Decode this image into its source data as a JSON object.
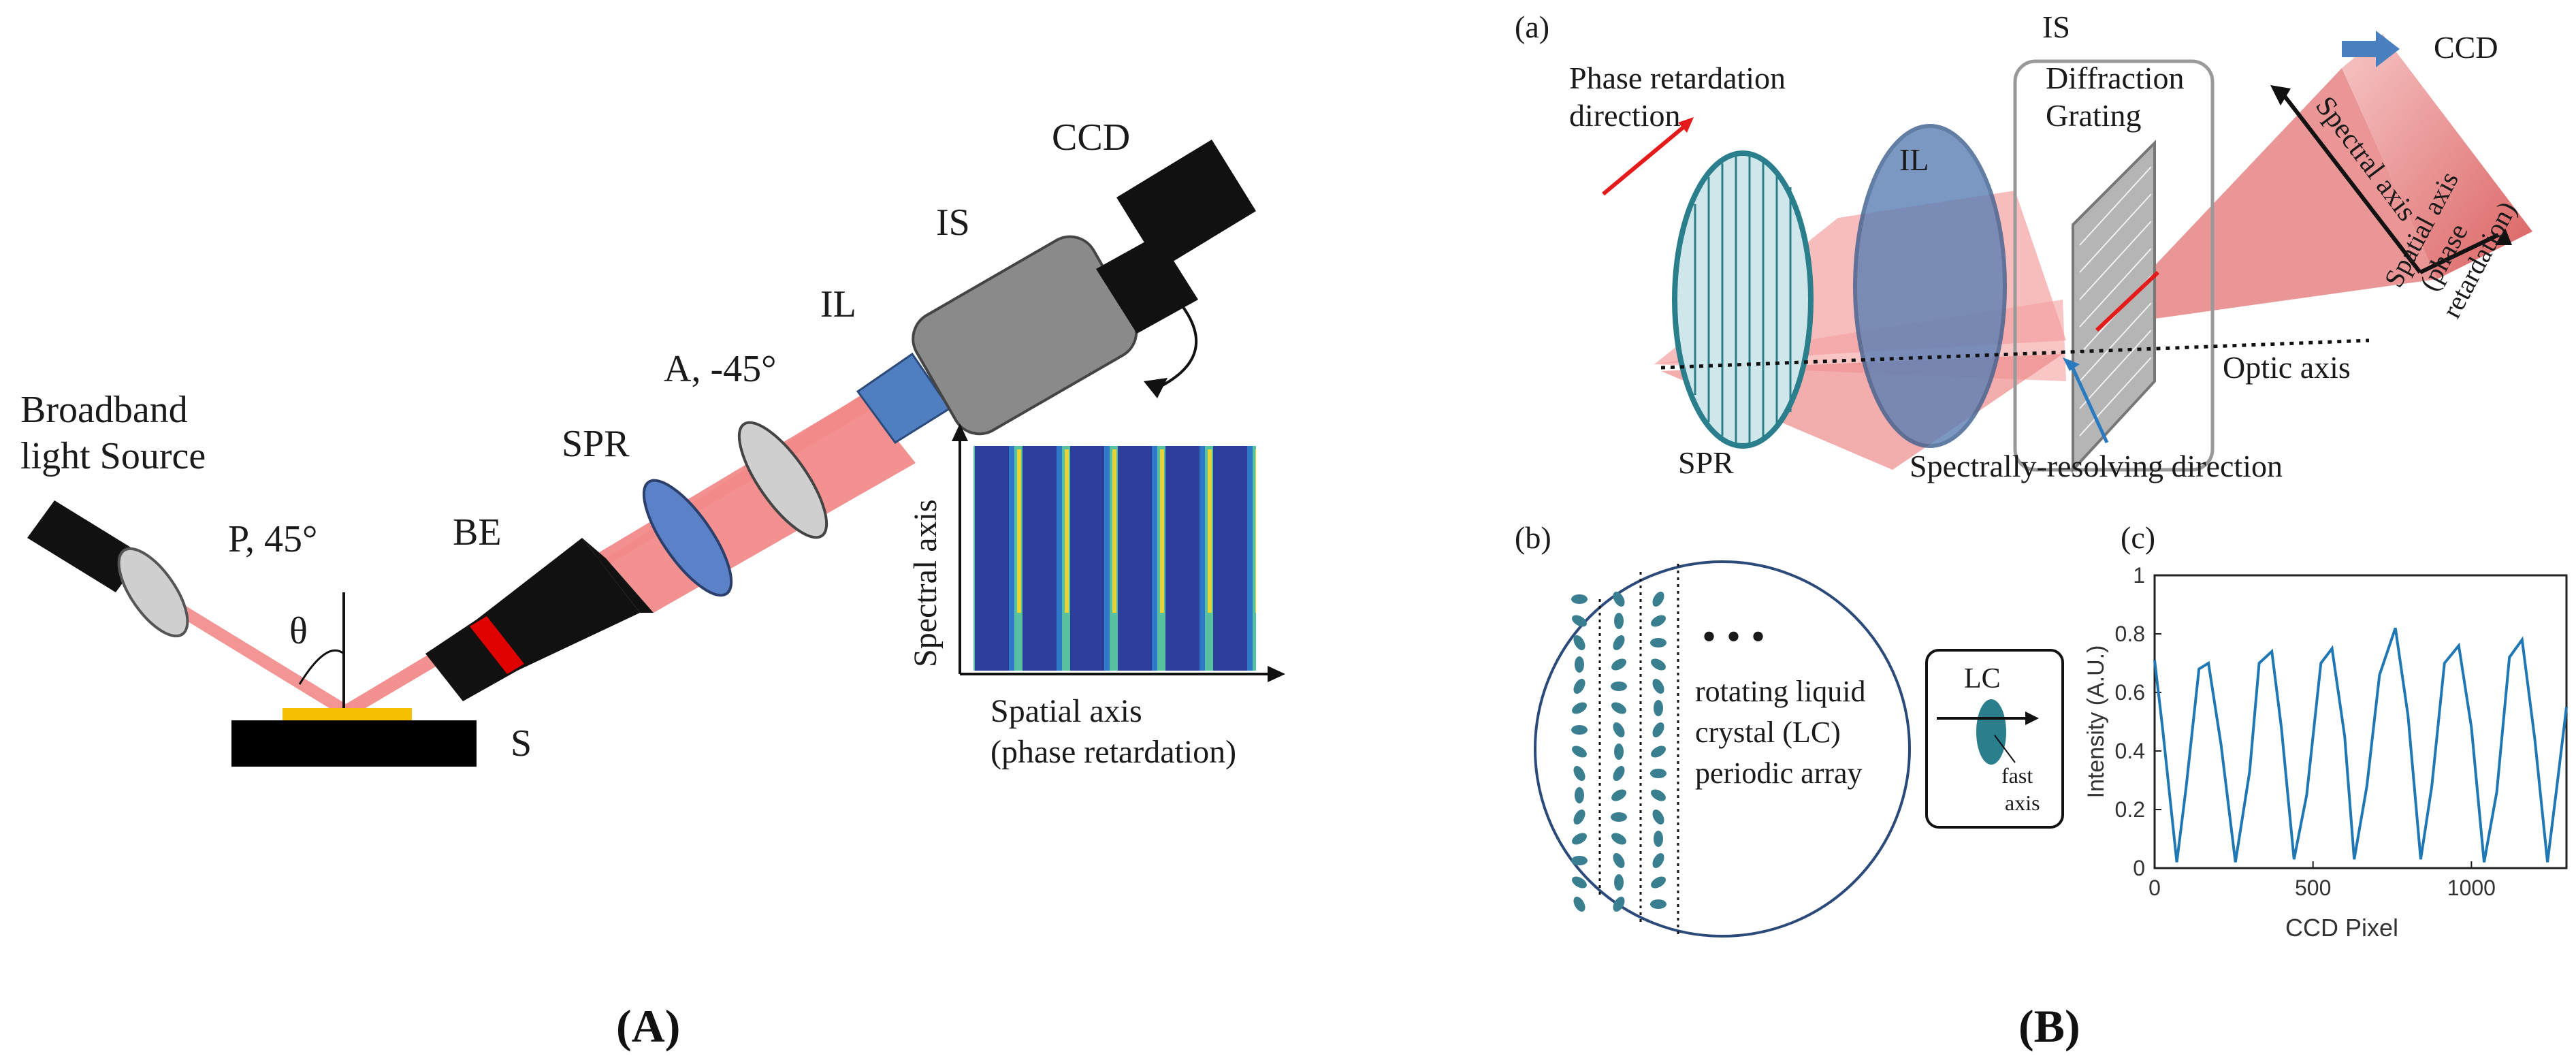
{
  "panel_A": {
    "label": "A",
    "source": "Broadband\nlight Source",
    "polarizer": "P, 45°",
    "theta": "θ",
    "be": "BE",
    "spr": "SPR",
    "analyzer": "A, -45°",
    "il": "IL",
    "is": "IS",
    "ccd": "CCD",
    "sample": "S",
    "inset_yaxis": "Spectral axis",
    "inset_xaxis_1": "Spatial axis",
    "inset_xaxis_2": "(phase retardation)"
  },
  "panel_B": {
    "label": "B",
    "sub_a": "(a)",
    "sub_b": "(b)",
    "sub_c": "(c)",
    "phase_dir_1": "Phase retardation",
    "phase_dir_2": "direction",
    "il": "IL",
    "is": "IS",
    "grating_1": "Diffraction",
    "grating_2": "Grating",
    "ccd": "CCD",
    "spectral_axis": "Spectral axis",
    "spatial_axis_1": "Spatial axis",
    "spatial_axis_2": "(phase",
    "spatial_axis_3": "retardation)",
    "optic_axis": "Optic axis",
    "spr": "SPR",
    "spectral_dir": "Spectrally-resolving direction",
    "lc_text_1": "rotating liquid",
    "lc_text_2": "crystal (LC)",
    "lc_text_3": "periodic array",
    "lc_box_title": "LC",
    "fast_axis_1": "fast",
    "fast_axis_2": "axis"
  },
  "colors": {
    "beam": "#f27d7d",
    "optic_blue": "#5b7fb5",
    "spr_teal": "#2b7f8c",
    "grating_gray": "#9a9a9a",
    "plot_line": "#1f77b4"
  },
  "chart_data": {
    "type": "line",
    "xlabel": "CCD Pixel",
    "ylabel": "Intensity (A.U.)",
    "xlim": [
      0,
      1300
    ],
    "ylim": [
      0,
      1
    ],
    "xticks": [
      "0",
      "500",
      "1000"
    ],
    "yticks": [
      "0",
      "0.2",
      "0.4",
      "0.6",
      "0.8",
      "1"
    ],
    "series": [
      {
        "x": [
          0,
          25,
          70,
          100,
          140,
          170,
          210,
          255,
          300,
          330,
          370,
          400,
          440,
          480,
          525,
          560,
          600,
          630,
          670,
          710,
          760,
          800,
          840,
          875,
          915,
          960,
          1000,
          1040,
          1080,
          1120,
          1160,
          1200,
          1240,
          1270,
          1300
        ],
        "values": [
          0.71,
          0.48,
          0.02,
          0.28,
          0.68,
          0.7,
          0.42,
          0.02,
          0.33,
          0.7,
          0.74,
          0.48,
          0.03,
          0.25,
          0.7,
          0.75,
          0.45,
          0.03,
          0.28,
          0.66,
          0.82,
          0.52,
          0.03,
          0.28,
          0.7,
          0.76,
          0.48,
          0.02,
          0.26,
          0.72,
          0.78,
          0.44,
          0.02,
          0.28,
          0.55
        ]
      }
    ]
  }
}
